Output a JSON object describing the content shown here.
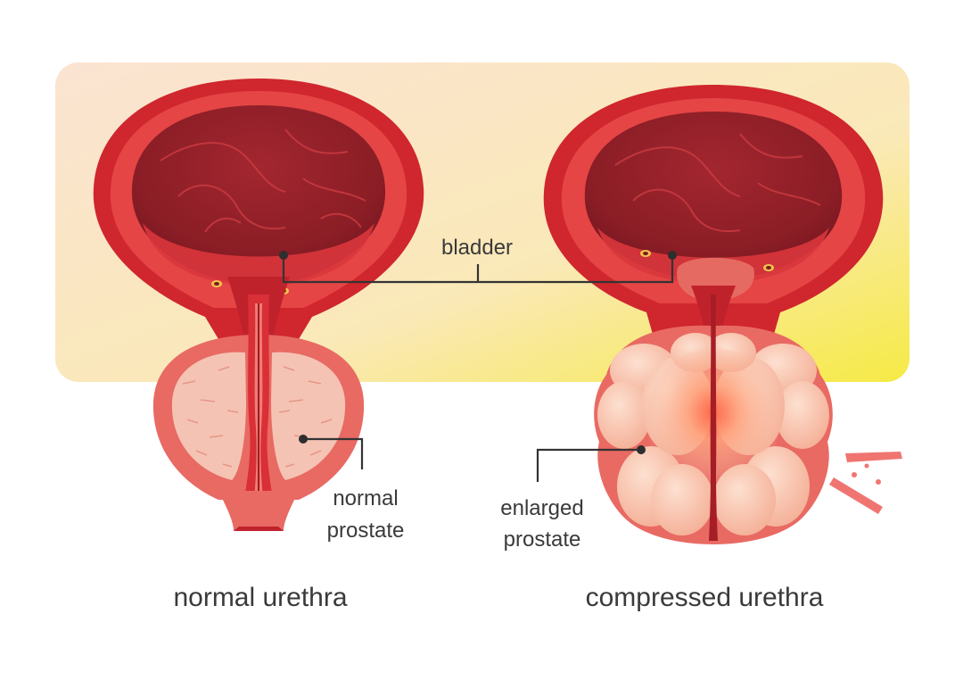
{
  "labels": {
    "bladder": "bladder",
    "normal_prostate_line1": "normal",
    "normal_prostate_line2": "prostate",
    "enlarged_prostate_line1": "enlarged",
    "enlarged_prostate_line2": "prostate",
    "normal_urethra": "normal urethra",
    "compressed_urethra": "compressed urethra"
  },
  "colors": {
    "panel_start": "#fbe3cf",
    "panel_end": "#f7ec52",
    "tissue_dark": "#c0222c",
    "tissue_main": "#dc3a3c",
    "tissue_light": "#ee6e63",
    "cavity": "#8c1d24",
    "prostate_normal": "#f6c8b8",
    "prostate_enlarged": "#f7b49a",
    "label_text": "#3a3a3a",
    "leader_line": "#333333"
  },
  "icons": {
    "pain_burst": "pain-burst-icon"
  }
}
